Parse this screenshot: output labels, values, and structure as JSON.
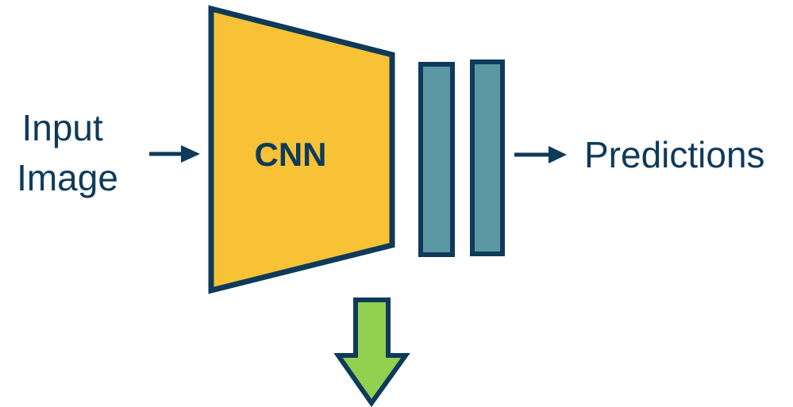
{
  "input_label": {
    "line1": "Input",
    "line2": "Image"
  },
  "cnn_block": {
    "label": "CNN"
  },
  "output_label": "Predictions",
  "colors": {
    "stroke": "#0f3a5a",
    "cnn_fill": "#f7c235",
    "fc_fill": "#5c98a3",
    "down_arrow_fill": "#92d050",
    "text": "#0f3a5a"
  }
}
